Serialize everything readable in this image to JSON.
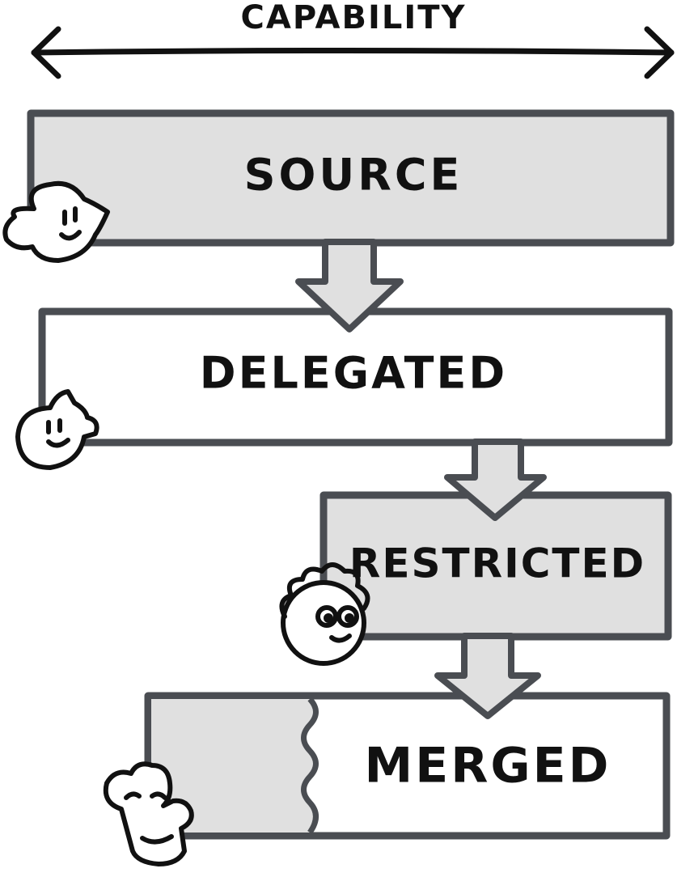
{
  "header": {
    "capability_label": "CAPABILITY"
  },
  "stages": [
    {
      "label": "SOURCE"
    },
    {
      "label": "DELEGATED"
    },
    {
      "label": "RESTRICTED"
    },
    {
      "label": "MERGED"
    }
  ],
  "colors": {
    "outline": "#4a4d52",
    "shaded_fill": "#e0e0e0",
    "white_fill": "#ffffff",
    "ink": "#111111"
  },
  "icons": [
    "capability-range-arrow-icon",
    "down-arrow-icon",
    "blob-character-icon",
    "round-face-character-icon",
    "curly-hair-character-icon",
    "toast-character-icon"
  ]
}
